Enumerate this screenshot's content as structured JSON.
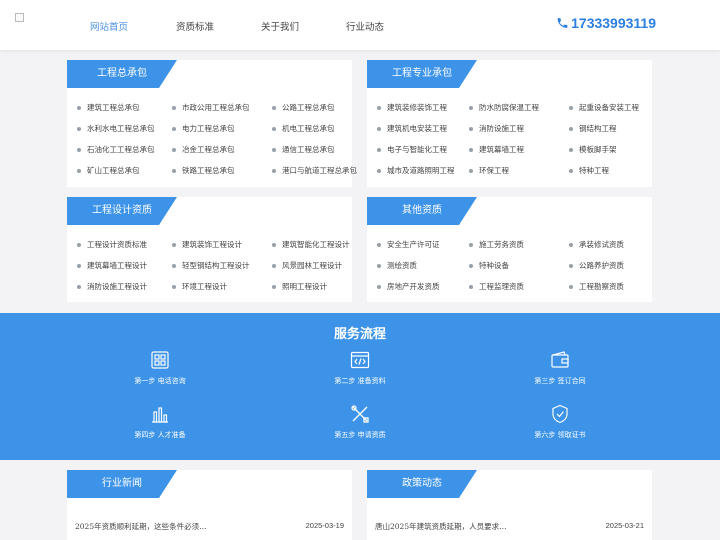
{
  "header": {
    "nav": [
      {
        "label": "网站首页",
        "active": true
      },
      {
        "label": "资质标准",
        "active": false
      },
      {
        "label": "关于我们",
        "active": false
      },
      {
        "label": "行业动态",
        "active": false
      }
    ],
    "phone": "17333993119",
    "icons": {
      "phone": "phone-icon",
      "logo": "broken-image-logo"
    }
  },
  "colors": {
    "accent": "#3c93e8",
    "tab": "#3c93e8",
    "phone": "#2b7fe0"
  },
  "sections": {
    "general_contracting": {
      "title": "工程总承包",
      "items": [
        "建筑工程总承包",
        "市政公用工程总承包",
        "公路工程总承包",
        "水利水电工程总承包",
        "电力工程总承包",
        "机电工程总承包",
        "石油化工工程总承包",
        "冶金工程总承包",
        "通信工程总承包",
        "矿山工程总承包",
        "铁路工程总承包",
        "港口与航道工程总承包"
      ]
    },
    "specialty_contracting": {
      "title": "工程专业承包",
      "items": [
        "建筑装修装饰工程",
        "防水防腐保温工程",
        "起重设备安装工程",
        "建筑机电安装工程",
        "消防设施工程",
        "钢结构工程",
        "电子与智能化工程",
        "建筑幕墙工程",
        "模板脚手架",
        "城市及道路照明工程",
        "环保工程",
        "特种工程"
      ]
    },
    "design": {
      "title": "工程设计资质",
      "items": [
        "工程设计资质标准",
        "建筑装饰工程设计",
        "建筑智能化工程设计",
        "建筑幕墙工程设计",
        "轻型钢结构工程设计",
        "风景园林工程设计",
        "消防设施工程设计",
        "环境工程设计",
        "照明工程设计"
      ]
    },
    "other": {
      "title": "其他资质",
      "items": [
        "安全生产许可证",
        "施工劳务资质",
        "承装修试资质",
        "测绘资质",
        "特种设备",
        "公路养护资质",
        "房地产开发资质",
        "工程监理资质",
        "工程勘察资质"
      ]
    }
  },
  "service": {
    "title": "服务流程",
    "steps": [
      {
        "label": "第一步 电话咨询",
        "icon": "phone-grid-icon"
      },
      {
        "label": "第二步 准备资料",
        "icon": "code-window-icon"
      },
      {
        "label": "第三步 签订合同",
        "icon": "wallet-icon"
      },
      {
        "label": "第四步 人才准备",
        "icon": "bar-chart-icon"
      },
      {
        "label": "第五步 申请资质",
        "icon": "tools-icon"
      },
      {
        "label": "第六步 领取证书",
        "icon": "shield-icon"
      }
    ]
  },
  "news": {
    "industry": {
      "title": "行业新闻",
      "items": [
        {
          "text": "2025年资质顺利延期，这些条件必须…",
          "date": "2025-03-19"
        }
      ]
    },
    "policy": {
      "title": "政策动态",
      "items": [
        {
          "text": "唐山2025年建筑资质延期，人员要求…",
          "date": "2025-03-21"
        }
      ]
    }
  }
}
